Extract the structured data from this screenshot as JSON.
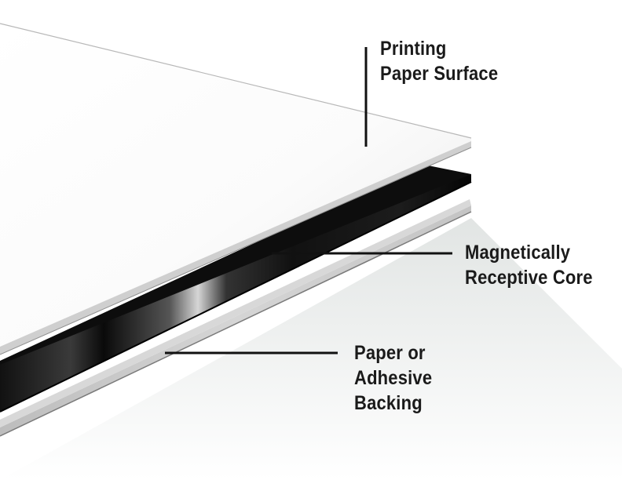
{
  "labels": {
    "printing_surface": [
      "Printing",
      "Paper Surface"
    ],
    "magnetic_core": [
      "Magnetically",
      "Receptive Core"
    ],
    "backing": [
      "Paper or",
      "Adhesive",
      "Backing"
    ]
  },
  "colors": {
    "paper_top": "#fafafa",
    "paper_edge": "#c8c8c8",
    "core": "#0d0d0d",
    "core_highlight": "#9a9a9a",
    "backing": "#cfcfcf",
    "backing_edge": "#8a8a8a",
    "leader_line": "#111111",
    "text": "#1a1a1a"
  }
}
